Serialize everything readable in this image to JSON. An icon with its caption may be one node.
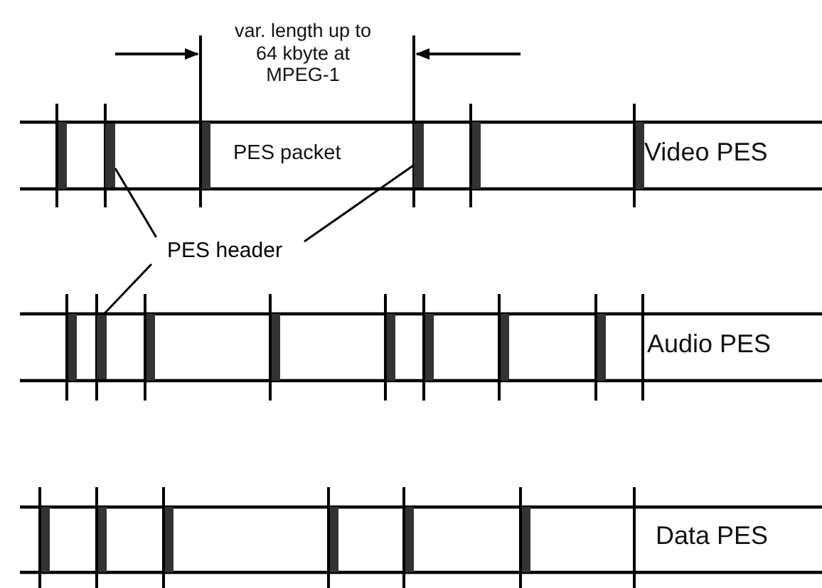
{
  "diagram": {
    "nodes": [
      {
        "text": [
          "PES header"
        ]
      },
      {
        "text": [],
        "shape": "bar"
      },
      {
        "text": [],
        "shape": "bar"
      },
      {
        "text": [],
        "shape": "bar"
      }
    ],
    "edges": [
      {
        "from": 0,
        "to": 1,
        "arrow": "none"
      },
      {
        "from": 0,
        "to": 2,
        "arrow": "none"
      },
      {
        "from": 0,
        "to": 3,
        "arrow": "none"
      }
    ],
    "labels": [
      "var. length up to 64 kbyte at MPEG-1",
      "PES packet",
      "Video PES",
      "Audio PES",
      "Data PES"
    ]
  }
}
